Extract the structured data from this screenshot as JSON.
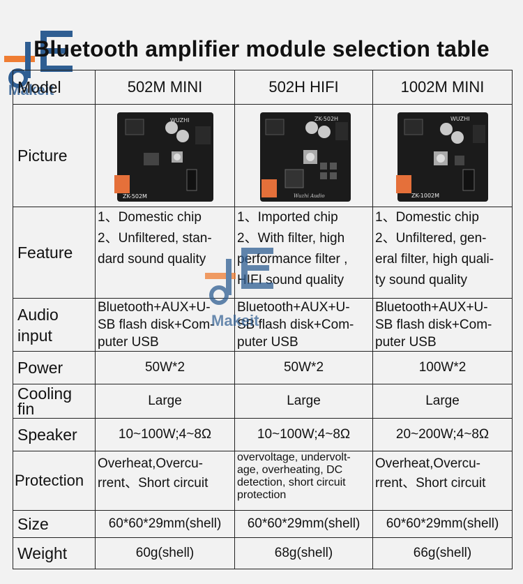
{
  "title": "Bluetooth amplifier module selection table",
  "brand": "Makeit",
  "row_labels": {
    "model": "Model",
    "picture": "Picture",
    "feature": "Feature",
    "audio_1": "Audio",
    "audio_2": "input",
    "power": "Power",
    "cooling_1": "Cooling",
    "cooling_2": "fin",
    "speaker": "Speaker",
    "protection": "Protection",
    "size": "Size",
    "weight": "Weight"
  },
  "products": [
    {
      "model": "502M MINI",
      "board_label": "ZK-502M",
      "board_brand": "WUZHI",
      "feature_lines": [
        "1、Domestic chip",
        "2、Unfiltered, stan-",
        "dard sound quality"
      ],
      "audio_lines": [
        "Bluetooth+AUX+U-",
        "SB flash disk+Com-",
        "puter USB"
      ],
      "power": "50W*2",
      "cooling": "Large",
      "speaker": "10~100W;4~8Ω",
      "protection_lines": [
        "Overheat,Overcu-",
        "rrent、Short circuit"
      ],
      "size": "60*60*29mm(shell)",
      "weight": "60g(shell)"
    },
    {
      "model": "502H HIFI",
      "board_label": "ZK-502H",
      "board_brand": "Wuzhi Audio",
      "feature_lines": [
        "1、Imported chip",
        "2、With filter, high",
        "performance filter ,",
        "HIFI sound quality"
      ],
      "audio_lines": [
        "Bluetooth+AUX+U-",
        "SB flash disk+Com-",
        "puter USB"
      ],
      "power": "50W*2",
      "cooling": "Large",
      "speaker": "10~100W;4~8Ω",
      "protection_lines": [
        "overvoltage, undervolt-",
        "age, overheating, DC",
        "detection, short circuit",
        "protection"
      ],
      "size": "60*60*29mm(shell)",
      "weight": "68g(shell)"
    },
    {
      "model": "1002M MINI",
      "board_label": "ZK-1002M",
      "board_brand": "WUZHI",
      "feature_lines": [
        "1、Domestic chip",
        "2、Unfiltered, gen-",
        "eral filter, high quali-",
        "ty sound quality"
      ],
      "audio_lines": [
        "Bluetooth+AUX+U-",
        "SB flash disk+Com-",
        "puter USB"
      ],
      "power": "100W*2",
      "cooling": "Large",
      "speaker": "20~200W;4~8Ω",
      "protection_lines": [
        "Overheat,Overcu-",
        "rrent、Short circuit"
      ],
      "size": "60*60*29mm(shell)",
      "weight": "66g(shell)"
    }
  ],
  "colors": {
    "board": "#1b1b1b",
    "usb": "#e5703a",
    "cap": "#c9c9c9",
    "logo_blue": "#2f5e92",
    "logo_orange": "#ef7d33"
  }
}
